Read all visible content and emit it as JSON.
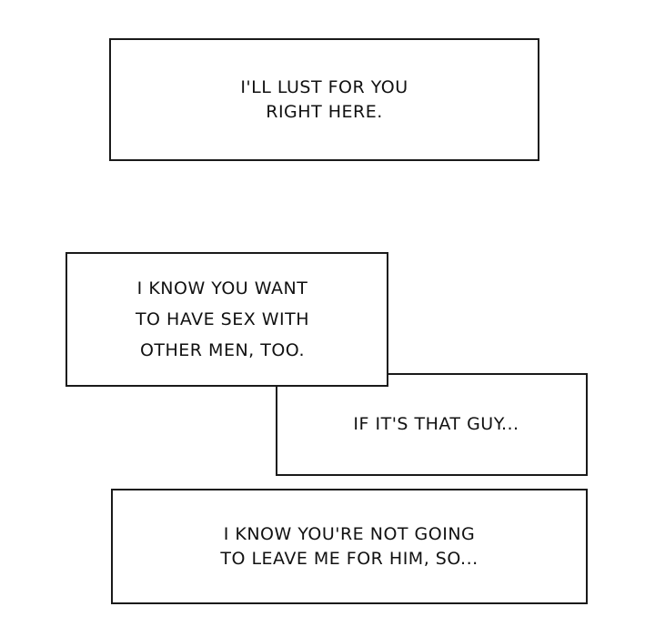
{
  "panel": {
    "background": "#ffffff",
    "border_color": "#1a1a1a",
    "captions": [
      {
        "id": "caption-1",
        "text": "I'LL LUST FOR YOU\nRIGHT HERE."
      },
      {
        "id": "caption-2",
        "text": "I KNOW YOU WANT\nTO HAVE SEX WITH\nOTHER MEN, TOO."
      },
      {
        "id": "caption-3",
        "text": "IF IT'S THAT GUY..."
      },
      {
        "id": "caption-4",
        "text": "I KNOW YOU'RE NOT GOING\nTO LEAVE ME FOR HIM, SO..."
      }
    ]
  }
}
